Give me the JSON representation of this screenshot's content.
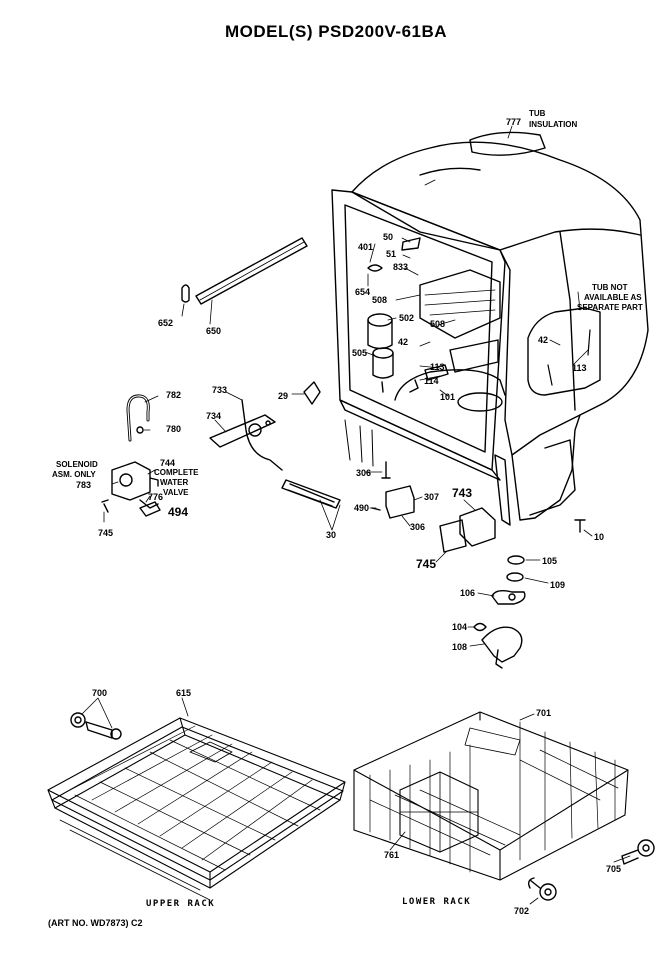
{
  "title": "MODEL(S) PSD200V-61BA",
  "art_number": "(ART NO. WD7873) C2",
  "notes": {
    "tub_insulation": [
      "TUB",
      "INSULATION"
    ],
    "tub_not_available": [
      "TUB NOT",
      "AVAILABLE AS",
      "SEPARATE PART"
    ],
    "solenoid": [
      "SOLENOID",
      "ASM. ONLY"
    ],
    "complete_water_valve": [
      "COMPLETE",
      "WATER",
      "VALVE"
    ]
  },
  "captions": {
    "upper_rack": "UPPER RACK",
    "lower_rack": "LOWER RACK"
  },
  "parts": {
    "p777": "777",
    "p401": "401",
    "p50": "50",
    "p51": "51",
    "p833": "833",
    "p654": "654",
    "p508a": "508",
    "p508b": "508",
    "p502": "502",
    "p42a": "42",
    "p42b": "42",
    "p113a": "113",
    "p113b": "113",
    "p505": "505",
    "p114": "114",
    "p101": "101",
    "p652": "652",
    "p650": "650",
    "p782": "782",
    "p780": "780",
    "p733": "733",
    "p29": "29",
    "p734": "734",
    "p744": "744",
    "p783": "783",
    "p776": "776",
    "p494": "494",
    "p745a": "745",
    "p306a": "306",
    "p307": "307",
    "p490": "490",
    "p306b": "306",
    "p30": "30",
    "p743": "743",
    "p745b": "745",
    "p10": "10",
    "p105": "105",
    "p109": "109",
    "p106": "106",
    "p104": "104",
    "p108": "108",
    "p700": "700",
    "p615": "615",
    "p701": "701",
    "p761": "761",
    "p705": "705",
    "p702": "702"
  }
}
